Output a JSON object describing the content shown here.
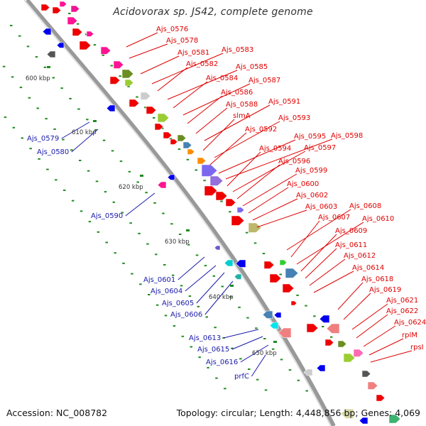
{
  "title": "Acidovorax sp. JS42, complete genome",
  "footer": {
    "accession": "Accession: NC_008782",
    "summary": "Topology: circular; Length: 4,448,856 bp; Genes: 4,069"
  },
  "colors": {
    "forward_gene": "#ee0000",
    "reverse_gene": "#0000ee",
    "red_label": "#e00000",
    "blue_label": "#1a1aaa",
    "backbone": "#999999",
    "kbp_tick": "#228b22"
  },
  "scale_labels": [
    "600 kbp",
    "610 kbp",
    "620 kbp",
    "630 kbp",
    "640 kbp",
    "650 kbp"
  ],
  "red_labels": [
    "Ajs_0576",
    "Ajs_0578",
    "Ajs_0581",
    "Ajs_0583",
    "Ajs_0582",
    "Ajs_0585",
    "Ajs_0584",
    "Ajs_0587",
    "Ajs_0586",
    "Ajs_0588",
    "Ajs_0591",
    "slmA",
    "Ajs_0593",
    "Ajs_0592",
    "Ajs_0595",
    "Ajs_0598",
    "Ajs_0594",
    "Ajs_0597",
    "Ajs_0596",
    "Ajs_0599",
    "Ajs_0600",
    "Ajs_0602",
    "Ajs_0603",
    "Ajs_0608",
    "Ajs_0607",
    "Ajs_0610",
    "Ajs_0609",
    "Ajs_0611",
    "Ajs_0612",
    "Ajs_0614",
    "Ajs_0618",
    "Ajs_0619",
    "Ajs_0621",
    "Ajs_0622",
    "Ajs_0624",
    "rplM",
    "rpsI"
  ],
  "blue_labels": [
    "Ajs_0579",
    "Ajs_0580",
    "Ajs_0590",
    "Ajs_0601",
    "Ajs_0604",
    "Ajs_0605",
    "Ajs_0606",
    "Ajs_0613",
    "Ajs_0615",
    "Ajs_0616",
    "prfC"
  ]
}
